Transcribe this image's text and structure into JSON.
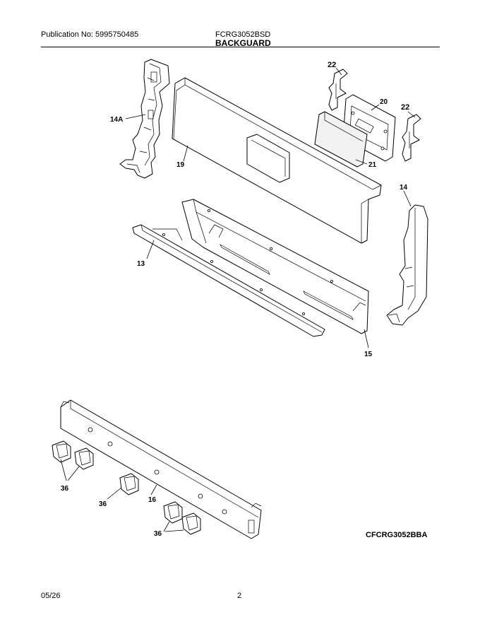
{
  "header": {
    "publication": "Publication No: 5995750485",
    "model": "FCRG3052BSD",
    "section": "BACKGUARD"
  },
  "parts": {
    "p14A": "14A",
    "p19": "19",
    "p22a": "22",
    "p20": "20",
    "p22b": "22",
    "p21": "21",
    "p14": "14",
    "p13": "13",
    "p15": "15",
    "p36a": "36",
    "p36b": "36",
    "p16": "16",
    "p36c": "36"
  },
  "drawing_code": "CFCRG3052BBA",
  "footer": {
    "date": "05/26",
    "page": "2"
  }
}
